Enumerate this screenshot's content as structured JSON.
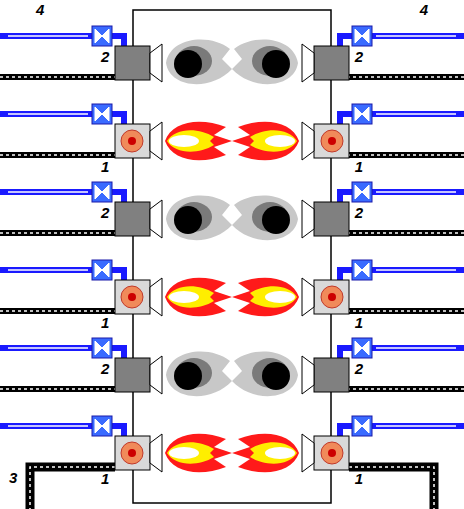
{
  "diagram": {
    "labels": [
      "4",
      "4",
      "2",
      "2",
      "1",
      "1",
      "2",
      "2",
      "1",
      "1",
      "2",
      "2",
      "1",
      "1",
      "3"
    ]
  }
}
